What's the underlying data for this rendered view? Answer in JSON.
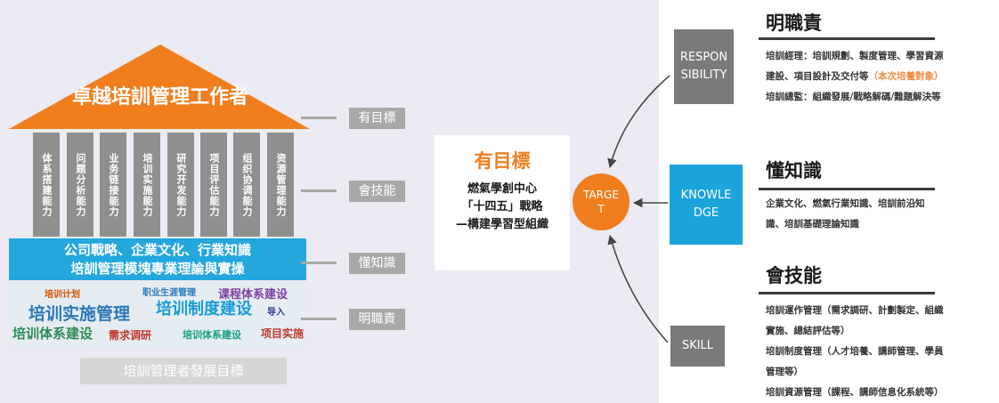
{
  "house": {
    "roof_title": "卓越培訓管理工作者",
    "pillars": [
      "体系搭建能力",
      "问题分析能力",
      "业务链接能力",
      "培训实施能力",
      "研究开发能力",
      "项目评估能力",
      "组织协调能力",
      "资源管理能力"
    ],
    "band_line1": "公司戰略、企業文化、行業知識",
    "band_line2": "培訓管理模塊專業理論與實操",
    "cloud_words": [
      "培训实施管理",
      "培训制度建设",
      "培训体系建设",
      "需求调研",
      "课程体系建设",
      "职业生涯管理",
      "培训计划",
      "培训体系建设",
      "项目实施",
      "导入"
    ],
    "base_label": "培訓管理者發展目標",
    "tags": [
      "有目標",
      "會技能",
      "懂知識",
      "明職責"
    ]
  },
  "center": {
    "title": "有目標",
    "line1": "燃氣學創中心",
    "line2": "「十四五」戰略",
    "line3": "—構建學習型組織",
    "target_label": "TARGET"
  },
  "boxes": {
    "resp": "RESPONSIBILITY",
    "know": "KNOWLEDGE",
    "skill": "SKILL"
  },
  "sections": {
    "resp": {
      "title": "明職責",
      "line1": "培訓經理：培訓規劃、製度管理、學習資源",
      "line2a": "建設、項目設計及交付等",
      "line2b": "（本次培養對象）",
      "line3": "培訓總監：組織發展/戰略解碼/難題解決等"
    },
    "know": {
      "title": "懂知識",
      "line1": "企業文化、燃氣行業知識、培訓前沿知",
      "line2": "識、培訓基礎理論知識"
    },
    "skill": {
      "title": "會技能",
      "line1": "培訓運作管理（需求調研、計劃製定、組織",
      "line2": "實施、總結評估等）",
      "line3": "培訓制度管理（人才培養、講師管理、學員",
      "line4": "管理等）",
      "line5": "培訓資源管理（課程、講師信息化系統等）"
    }
  },
  "colors": {
    "orange": "#f07e1e",
    "blue": "#1ba3dc",
    "gray": "#7a7a7a",
    "pillar": "#8f8f8f"
  }
}
